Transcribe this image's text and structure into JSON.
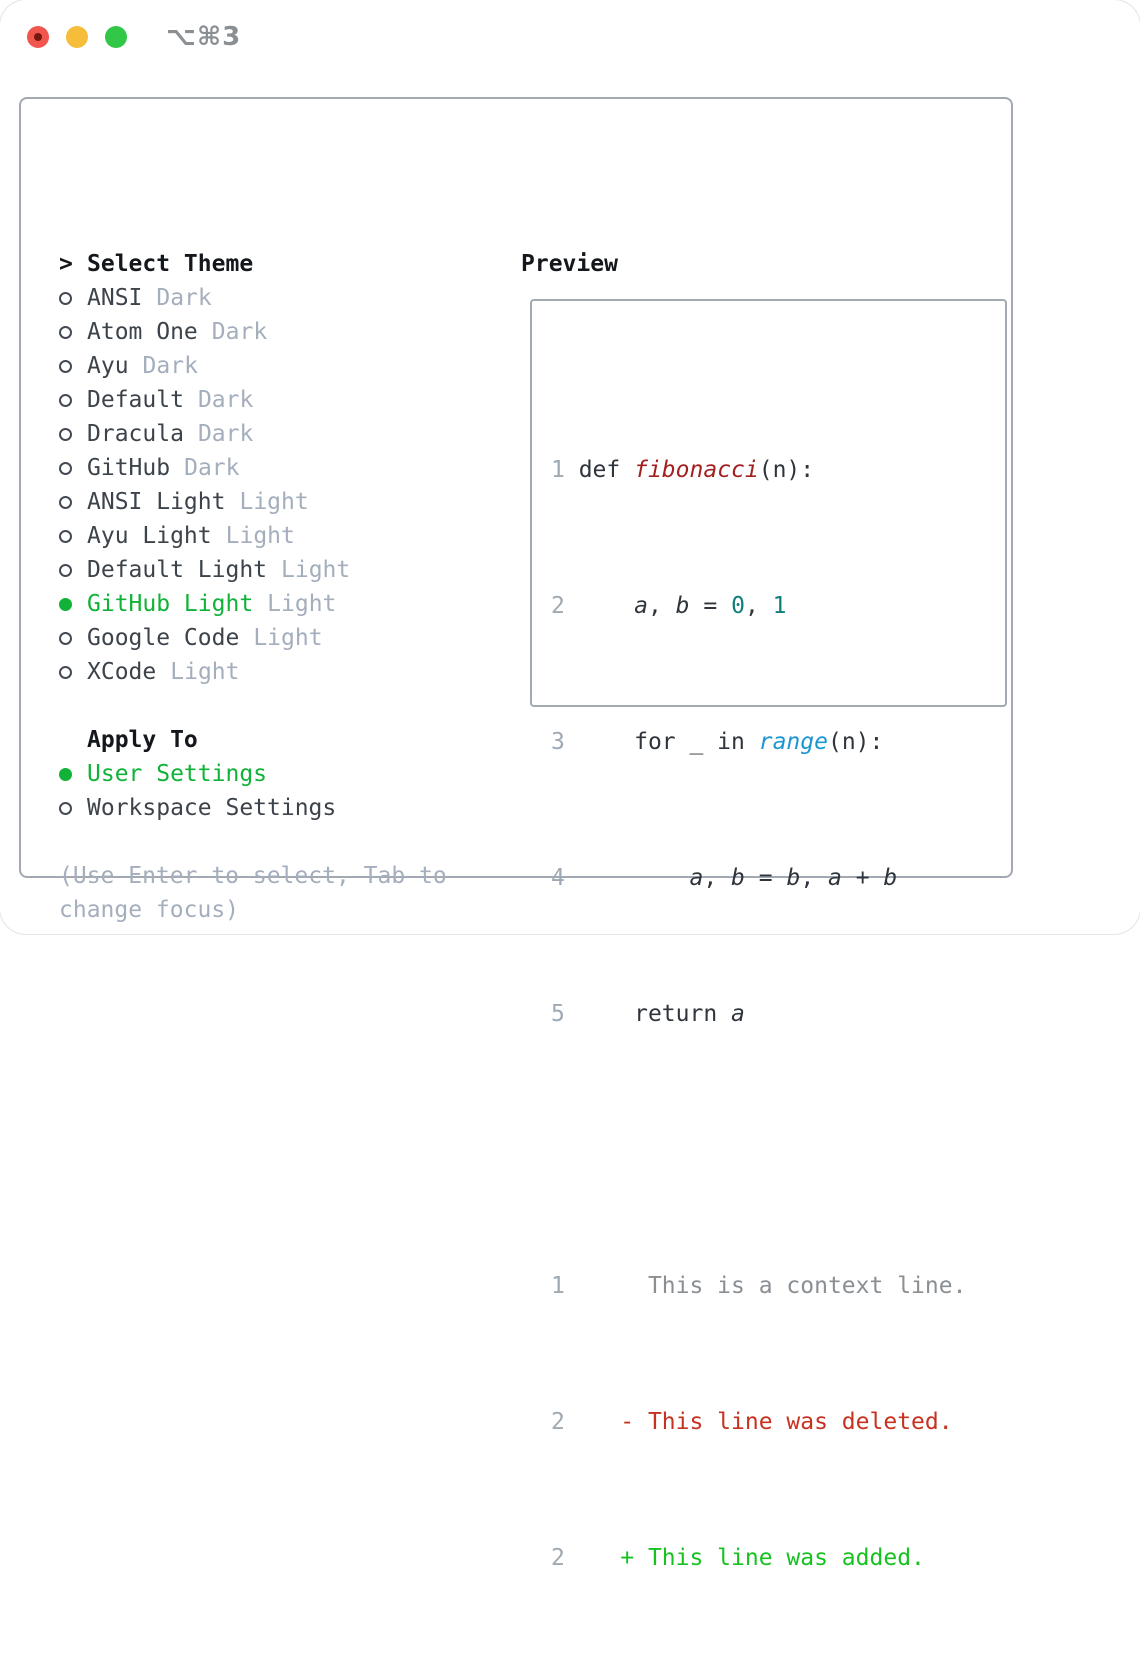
{
  "window": {
    "title": "⌥⌘3"
  },
  "palette": {
    "tred": "#f0564e",
    "treddot": "#77180e",
    "tyellow": "#f6bd3b",
    "tgreen": "#33c748",
    "title": "#8a8f94",
    "border": "#a2a9b2",
    "header": "#14181d",
    "item": "#3c434b",
    "muted": "#a4aebc",
    "green": "#10b237",
    "ring": "#434a53",
    "lineno": "#9fa9b3",
    "code": "#2f353c",
    "funcred": "#a32020",
    "numteal": "#0f7f7b",
    "builtin": "#1b96d1",
    "ctx": "#8a8f94",
    "del": "#c63220",
    "add": "#17c220"
  },
  "picker": {
    "header": {
      "prefix": ">",
      "label": "Select Theme"
    },
    "items": [
      {
        "name": "ANSI",
        "variant": "Dark",
        "selected": false
      },
      {
        "name": "Atom One",
        "variant": "Dark",
        "selected": false
      },
      {
        "name": "Ayu",
        "variant": "Dark",
        "selected": false
      },
      {
        "name": "Default",
        "variant": "Dark",
        "selected": false
      },
      {
        "name": "Dracula",
        "variant": "Dark",
        "selected": false
      },
      {
        "name": "GitHub",
        "variant": "Dark",
        "selected": false
      },
      {
        "name": "ANSI Light",
        "variant": "Light",
        "selected": false
      },
      {
        "name": "Ayu Light",
        "variant": "Light",
        "selected": false
      },
      {
        "name": "Default Light",
        "variant": "Light",
        "selected": false
      },
      {
        "name": "GitHub Light",
        "variant": "Light",
        "selected": true
      },
      {
        "name": "Google Code",
        "variant": "Light",
        "selected": false
      },
      {
        "name": "XCode",
        "variant": "Light",
        "selected": false
      }
    ],
    "apply": {
      "header": "Apply To",
      "options": [
        {
          "label": "User Settings",
          "selected": true
        },
        {
          "label": "Workspace Settings",
          "selected": false
        }
      ]
    },
    "hint": {
      "line1": "(Use Enter to select, Tab to",
      "line2": "change focus)"
    }
  },
  "preview": {
    "title": "Preview",
    "lines": [
      {
        "s": [
          {
            "t": "1"
          },
          {
            "t": " def "
          },
          {
            "t": "fibonacci"
          },
          {
            "t": "(n):"
          }
        ]
      },
      {
        "s": [
          {
            "t": "2"
          },
          {
            "t": "     "
          },
          {
            "t": "a"
          },
          {
            "t": ", "
          },
          {
            "t": "b"
          },
          {
            "t": " = "
          },
          {
            "t": "0"
          },
          {
            "t": ", "
          },
          {
            "t": "1"
          }
        ]
      },
      {
        "s": [
          {
            "t": "3"
          },
          {
            "t": "     for _ in "
          },
          {
            "t": "range"
          },
          {
            "t": "(n):"
          }
        ]
      },
      {
        "s": [
          {
            "t": "4"
          },
          {
            "t": "         "
          },
          {
            "t": "a"
          },
          {
            "t": ", "
          },
          {
            "t": "b"
          },
          {
            "t": " = "
          },
          {
            "t": "b"
          },
          {
            "t": ", "
          },
          {
            "t": "a"
          },
          {
            "t": " + "
          },
          {
            "t": "b"
          }
        ]
      },
      {
        "s": [
          {
            "t": "5"
          },
          {
            "t": "     return "
          },
          {
            "t": "a"
          }
        ]
      },
      {
        "s": []
      },
      {
        "s": [
          {
            "t": "1"
          },
          {
            "t": "      This is a context line."
          }
        ]
      },
      {
        "s": [
          {
            "t": "2"
          },
          {
            "t": "    - This line was deleted."
          }
        ]
      },
      {
        "s": [
          {
            "t": "2"
          },
          {
            "t": "    + This line was added."
          }
        ]
      }
    ]
  }
}
